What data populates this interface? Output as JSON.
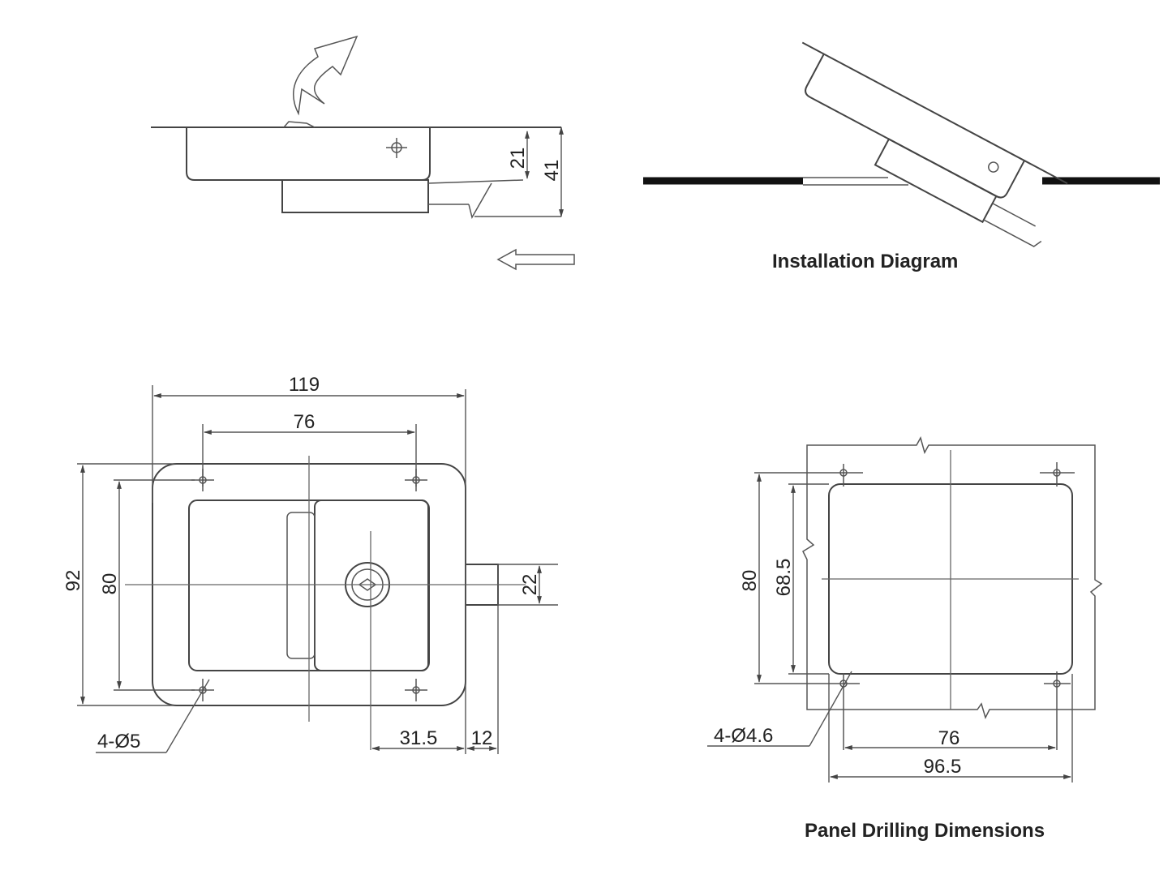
{
  "side_view": {
    "dim_bolt_height": "21",
    "dim_total_height": "41"
  },
  "installation": {
    "caption": "Installation Diagram"
  },
  "front_view": {
    "dim_overall_width": "119",
    "dim_hole_spacing_x": "76",
    "dim_overall_height": "92",
    "dim_hole_spacing_y": "80",
    "dim_bolt_width": "22",
    "dim_lock_offset": "31.5",
    "dim_bolt_projection": "12",
    "hole_note": "4-Ø5"
  },
  "panel_drilling": {
    "caption": "Panel Drilling Dimensions",
    "dim_hole_spacing_y": "80",
    "dim_cutout_height": "68.5",
    "dim_hole_spacing_x": "76",
    "dim_cutout_width": "96.5",
    "hole_note": "4-Ø4.6"
  }
}
